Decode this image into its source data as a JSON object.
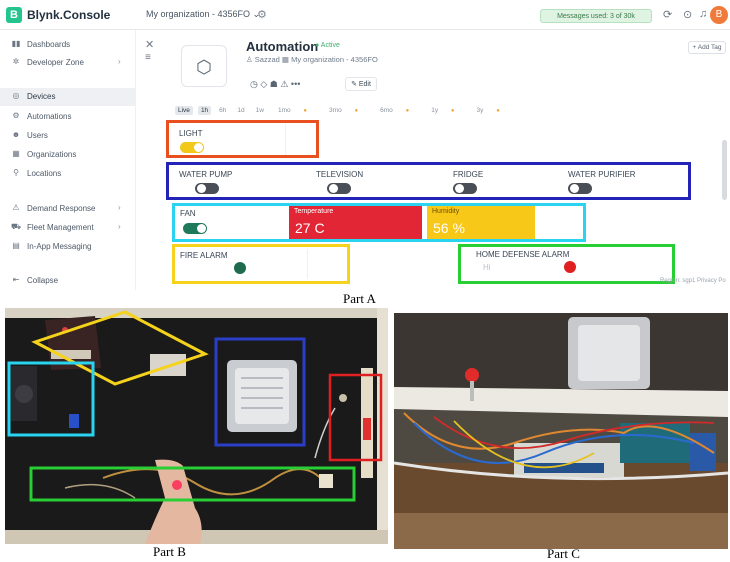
{
  "app": {
    "logo_letter": "B",
    "brand": "Blynk.Console",
    "org_selector": "My organization - 4356FO ⌄",
    "messages_badge": "Messages used: 3 of 30k",
    "avatar_letter": "B"
  },
  "sidebar": {
    "items": [
      {
        "label": "Dashboards",
        "icon": "bar-chart-icon",
        "glyph": "▮▮",
        "arrow": ""
      },
      {
        "label": "Developer Zone",
        "icon": "developer-zone-icon",
        "glyph": "✲",
        "arrow": "›"
      },
      {
        "label": "Devices",
        "icon": "devices-icon",
        "glyph": "◎",
        "arrow": "",
        "active": true
      },
      {
        "label": "Automations",
        "icon": "automations-icon",
        "glyph": "⚙",
        "arrow": ""
      },
      {
        "label": "Users",
        "icon": "users-icon",
        "glyph": "☻",
        "arrow": ""
      },
      {
        "label": "Organizations",
        "icon": "organizations-icon",
        "glyph": "▦",
        "arrow": ""
      },
      {
        "label": "Locations",
        "icon": "locations-icon",
        "glyph": "⚲",
        "arrow": ""
      },
      {
        "label": "Demand Response",
        "icon": "demand-response-icon",
        "glyph": "⚠",
        "arrow": "›"
      },
      {
        "label": "Fleet Management",
        "icon": "fleet-management-icon",
        "glyph": "⛟",
        "arrow": "›"
      },
      {
        "label": "In-App Messaging",
        "icon": "messaging-icon",
        "glyph": "▤",
        "arrow": ""
      },
      {
        "label": "Collapse",
        "icon": "collapse-icon",
        "glyph": "⇤",
        "arrow": ""
      }
    ]
  },
  "device": {
    "title": "Automation",
    "status": "● Active",
    "meta": "♙ Sazzad   ▦ My organization - 4356FO",
    "actions": "◷   ◇   ☗   ⚠   •••",
    "edit_label": "✎ Edit",
    "add_tag": "+ Add Tag"
  },
  "time_tabs": [
    "Live",
    "1h",
    "6h",
    "1d",
    "1w",
    "1mo",
    "3mo",
    "6mo",
    "1y",
    "3y"
  ],
  "widgets": {
    "light": "LIGHT",
    "water_pump": "WATER PUMP",
    "television": "TELEVISION",
    "fridge": "FRIDGE",
    "water_purifier": "WATER PURIFIER",
    "fan": "FAN",
    "temperature_label": "Temperature",
    "temperature_value": "27 C",
    "humidity_label": "Humidity",
    "humidity_value": "56 %",
    "fire_alarm": "FIRE ALARM",
    "home_defense": "HOME DEFENSE ALARM",
    "home_defense_sub": "Hi"
  },
  "switch_states": {
    "light": true,
    "water_pump": false,
    "television": false,
    "fridge": false,
    "water_purifier": false,
    "fan": true
  },
  "colors": {
    "highlight_light": "#e8501f",
    "highlight_row2": "#2323b8",
    "highlight_fan": "#2ad4f0",
    "highlight_fire": "#f5d21c",
    "highlight_defense": "#28cf34",
    "temperature_tile": "#e32636",
    "humidity_tile": "#f8c818",
    "fire_led": "#1f6b4f",
    "defense_led": "#e02020"
  },
  "footer_note": "Region: sgp1  Privacy Po",
  "captions": {
    "part_a": "Part A",
    "part_b": "Part B",
    "part_c": "Part C"
  }
}
